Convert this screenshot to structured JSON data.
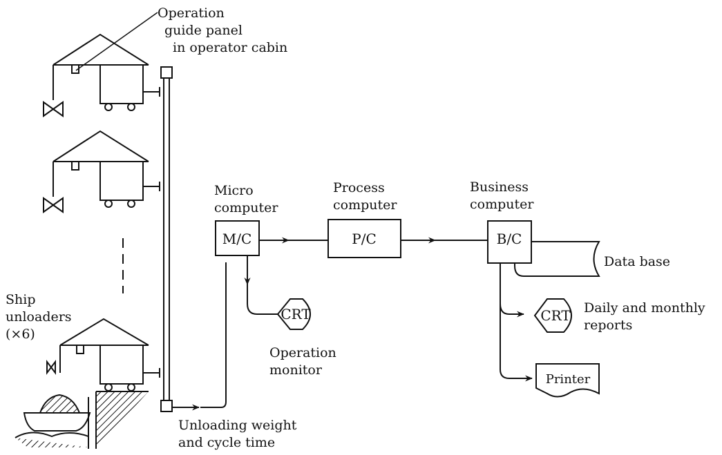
{
  "labels": {
    "operation_guide": [
      "Operation",
      "guide panel",
      "in operator cabin"
    ],
    "ship_unloaders": [
      "Ship",
      "unloaders",
      "(×6)"
    ],
    "micro_computer": [
      "Micro",
      "computer"
    ],
    "process_computer": [
      "Process",
      "computer"
    ],
    "business_computer": [
      "Business",
      "computer"
    ],
    "unloading": [
      "Unloading weight",
      "and cycle time"
    ],
    "operation_monitor": [
      "Operation",
      "monitor"
    ],
    "data_base": "Data base",
    "reports": [
      "Daily and monthly",
      "reports"
    ]
  },
  "boxes": {
    "mc": "M/C",
    "pc": "P/C",
    "bc": "B/C",
    "crt1": "CRT",
    "crt2": "CRT",
    "printer": "Printer"
  }
}
